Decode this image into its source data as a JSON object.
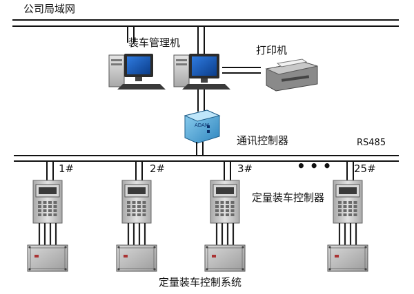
{
  "labels": {
    "network": "公司局域网",
    "manager": "装车管理机",
    "printer": "打印机",
    "comm_controller": "通讯控制器",
    "bus": "RS485",
    "loading_controller": "定量装车控制器",
    "system": "定量装车控制系统",
    "ellipsis": "•••"
  },
  "units": [
    {
      "label": "1#"
    },
    {
      "label": "2#"
    },
    {
      "label": "3#"
    },
    {
      "label": "25#"
    }
  ],
  "converter_brand": "ADAM",
  "colors": {
    "line": "#111111",
    "steel": "#c9c9c9",
    "screen": "#1e5bb8",
    "converter": "#4aa8d8"
  }
}
